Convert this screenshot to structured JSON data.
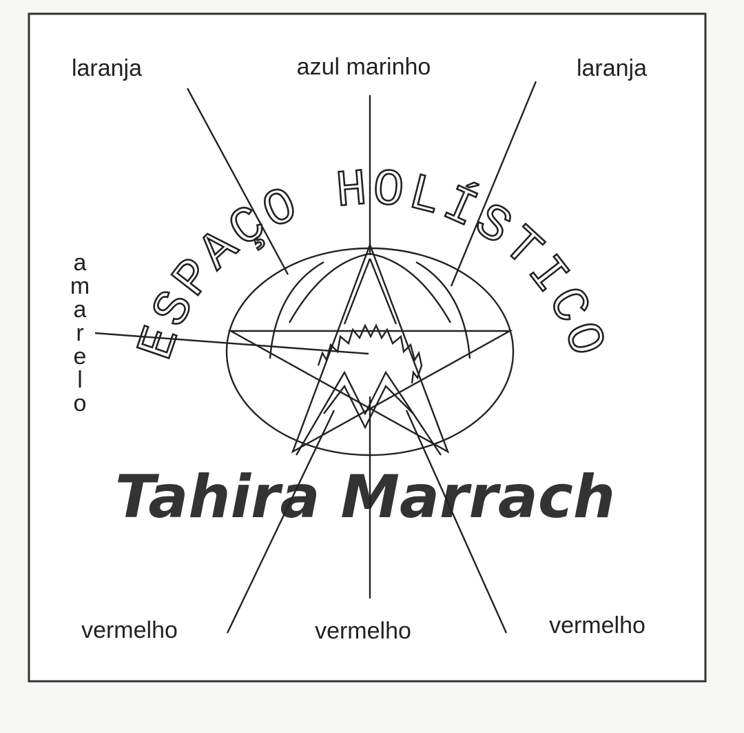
{
  "logo": {
    "arc_text": "ESPAÇO HOLÍSTICO",
    "name": "Tahira Marrach"
  },
  "labels": {
    "top_left": "laranja",
    "top_center": "azul marinho",
    "top_right": "laranja",
    "left_vertical": "amarelo",
    "bottom_left": "vermelho",
    "bottom_center": "vermelho",
    "bottom_right": "vermelho"
  }
}
